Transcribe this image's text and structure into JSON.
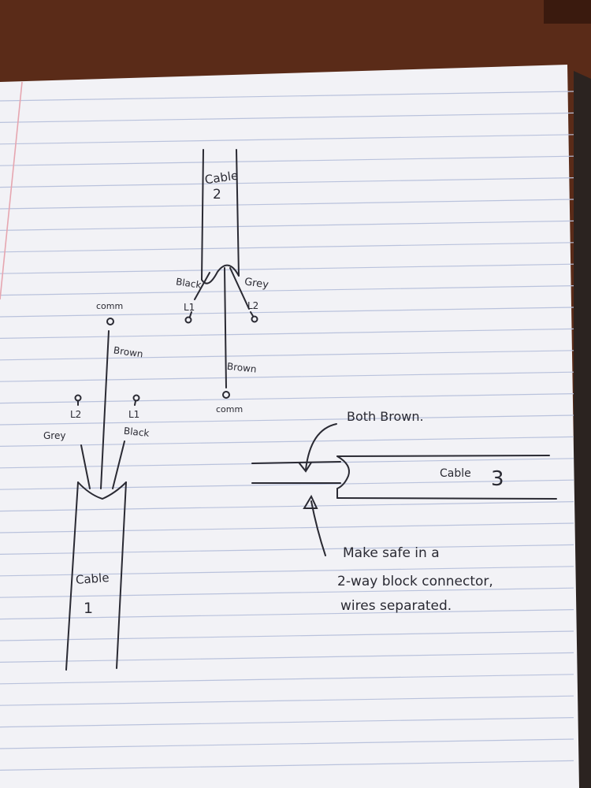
{
  "cable_1": {
    "label_line1": "Cable",
    "label_line2": "1"
  },
  "cable_2": {
    "label_line1": "Cable",
    "label_line2": "2"
  },
  "cable_3": {
    "label_line1": "Cable",
    "label_line2": "3"
  },
  "cable_1_wires": {
    "comm": "comm",
    "brown": "Brown",
    "l2": "L2",
    "grey": "Grey",
    "l1": "L1",
    "black": "Black"
  },
  "cable_2_wires": {
    "black": "Black",
    "grey": "Grey",
    "l1": "L1",
    "l2": "L2",
    "brown": "Brown",
    "comm": "comm"
  },
  "notes": {
    "both_brown": "Both Brown.",
    "make_safe_line1": "Make safe in a",
    "make_safe_line2": "2-way block connector,",
    "make_safe_line3": "wires separated."
  },
  "colors": {
    "paper": "#f2f2f6",
    "ruled_line": "#b9c2dc",
    "margin_line": "#e6a6b0",
    "ink": "#2a2a33",
    "desk": "#5a2b18"
  }
}
